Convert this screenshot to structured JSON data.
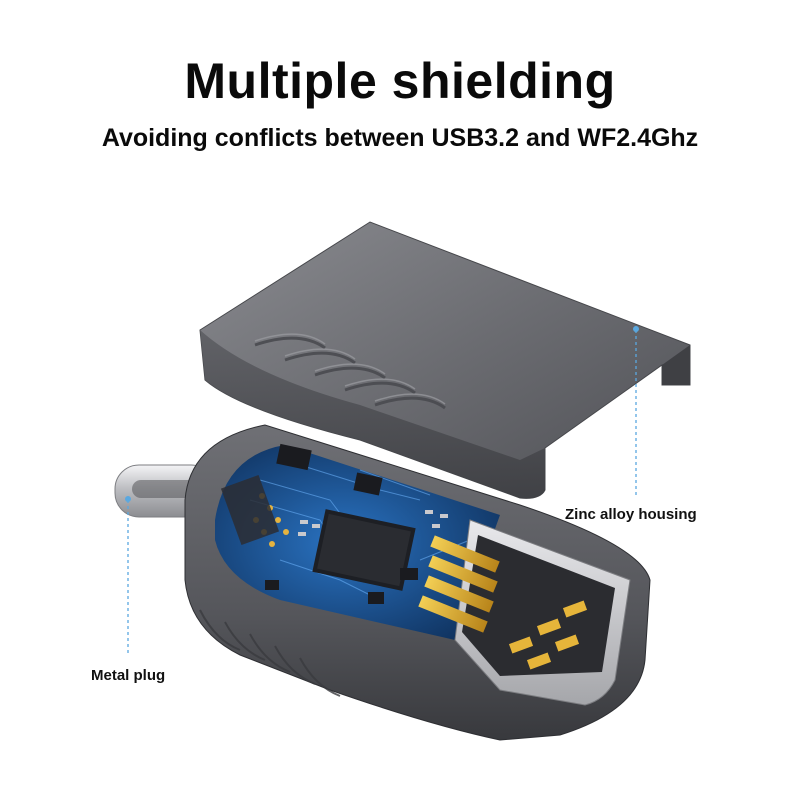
{
  "headline": "Multiple shielding",
  "subheadline": "Avoiding conflicts between USB3.2 and WF2.4Ghz",
  "callouts": {
    "housing": "Zinc alloy housing",
    "plug": "Metal plug"
  },
  "colors": {
    "housing_gray": "#6b6c70",
    "pcb_blue": "#1b4f8a",
    "gold_pins": "#d9a520",
    "leader_line": "#5aa8e0"
  }
}
